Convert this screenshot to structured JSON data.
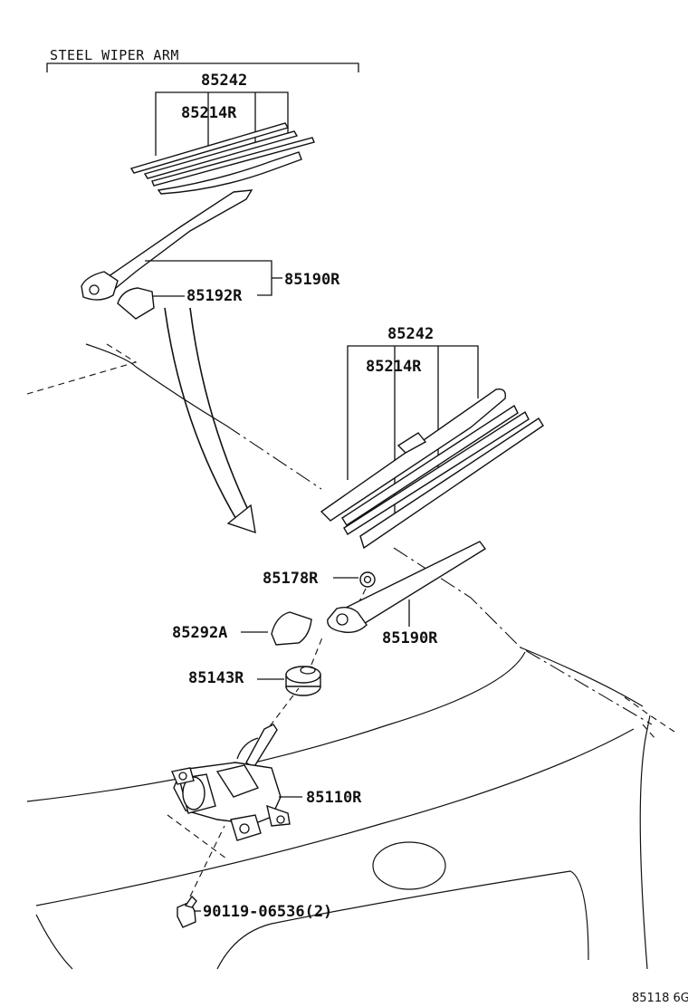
{
  "section_label": "STEEL WIPER ARM",
  "labels": {
    "upper_blade": "85242",
    "upper_rubber": "85214R",
    "upper_arm": "85190R",
    "upper_cap": "85192R",
    "lower_blade": "85242",
    "lower_rubber": "85214R",
    "nut": "85178R",
    "lower_arm": "85190R",
    "cover": "85292A",
    "grommet": "85143R",
    "motor": "85110R",
    "bolt": "90119-06536(2)"
  },
  "diagram_code": "85118 6G"
}
